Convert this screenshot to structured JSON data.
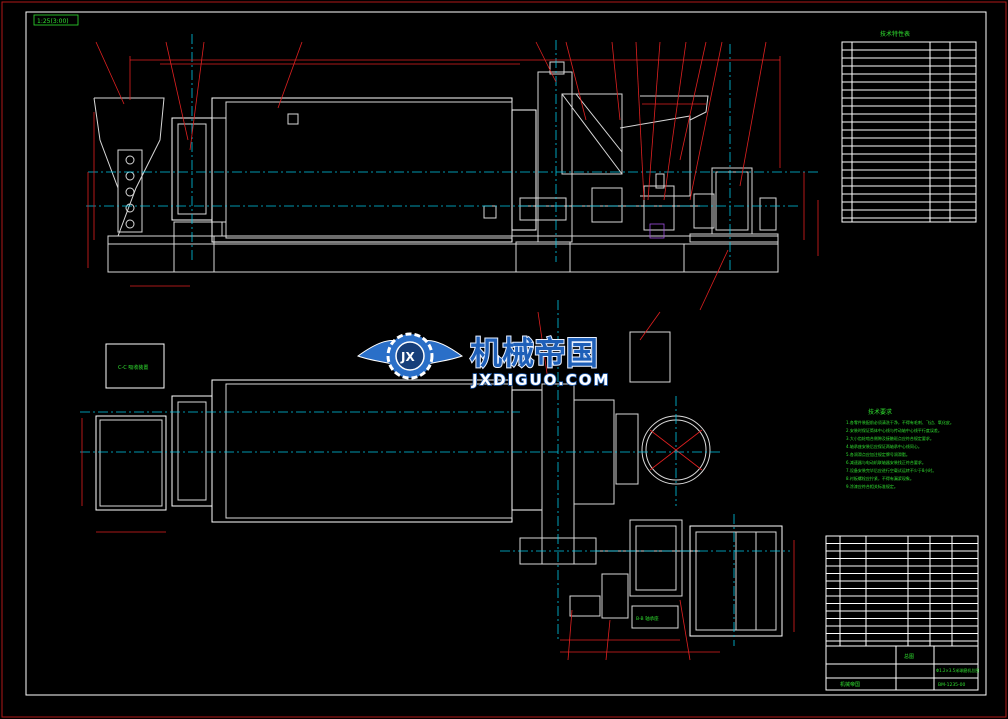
{
  "drawing": {
    "scale_tag": "1:25(3:00)",
    "main_title": "Φ1.2×3.5米球磨机总图",
    "drawing_no": "BM-1235-00",
    "small_box_label": "C-C 吸收装置",
    "small_label_bottom": "B-B 轴承座",
    "tech_table_title": "技术特性表",
    "tech_req_title": "技术要求",
    "tech_req_lines": [
      "1.各零件装配前必须清洗干净，不得有毛刺、飞边、氧化皮。",
      "2.安装时保证筒体中心线与传动轴中心线平行度误差。",
      "3.大小齿轮啮合侧隙及接触斑点应符合规定要求。",
      "4.轴承座安装后应保证两轴承中心线同心。",
      "5.各润滑点应加注规定牌号润滑脂。",
      "6.减速器与电动机联轴器安装找正符合要求。",
      "7.设备安装完毕后应进行空载试运转不少于8小时。",
      "8.衬板螺栓应拧紧，不得有漏浆现象。",
      "9.涂漆应符合相关标准规定。"
    ],
    "title_block": {
      "company": "机械帝国",
      "unit": "总图"
    }
  },
  "watermark": {
    "cn": "机械帝国",
    "en": "JXDIGUO.COM",
    "logo_letters": "JX"
  },
  "colors": {
    "background": "#000000",
    "outline": "#d8d8d8",
    "leader": "#e02020",
    "centerline": "#00c8e8",
    "annotation": "#30e030",
    "watermark_blue": "#1e5fb8"
  }
}
